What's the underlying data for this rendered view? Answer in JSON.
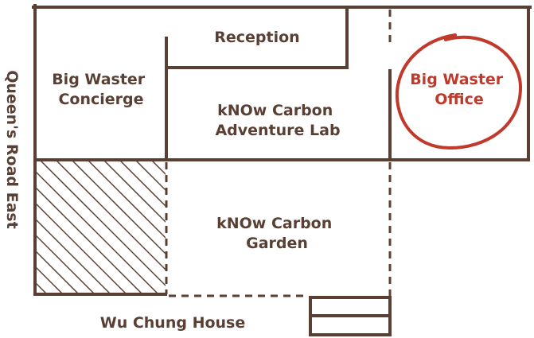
{
  "floorplan": {
    "rooms": {
      "reception": "Reception",
      "concierge": [
        "Big Waster",
        "Concierge"
      ],
      "lab": [
        "kNOw Carbon",
        "Adventure Lab"
      ],
      "office": [
        "Big Waster",
        "Office"
      ],
      "garden": [
        "kNOw Carbon",
        "Garden"
      ]
    },
    "street": "Queen's Road East",
    "building": "Wu Chung House",
    "highlight_color": "#c0392b",
    "wall_color": "#5a4034"
  }
}
